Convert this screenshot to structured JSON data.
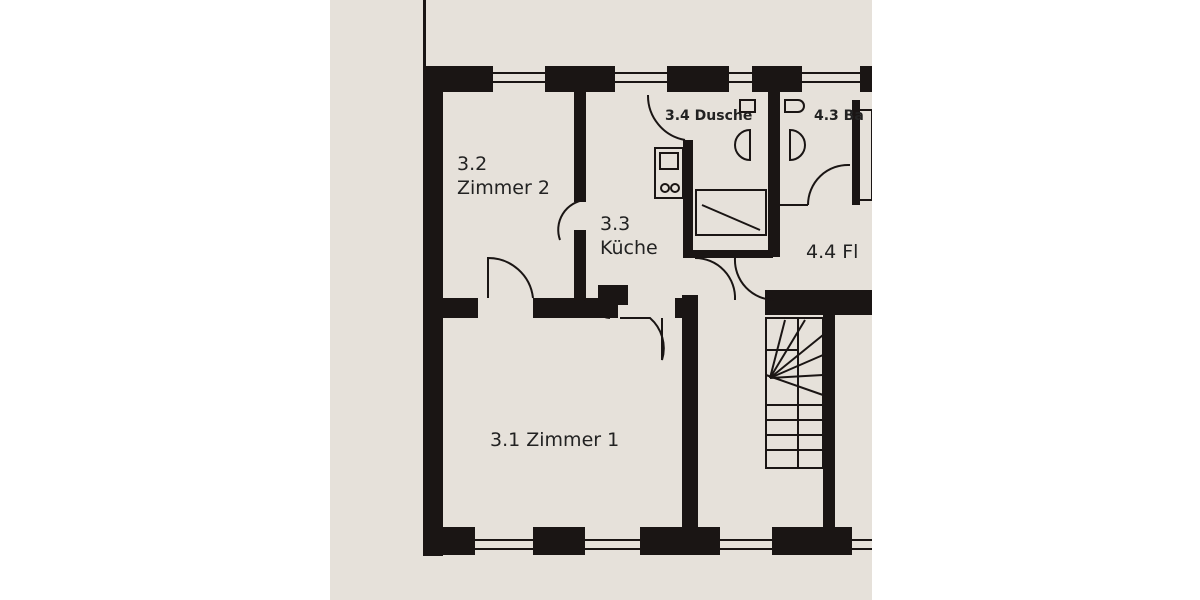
{
  "floor_plan": {
    "rooms": [
      {
        "id": "3.1",
        "name": "Zimmer 1",
        "label": "3.1 Zimmer 1"
      },
      {
        "id": "3.2",
        "name": "Zimmer 2",
        "label_line1": "3.2",
        "label_line2": "Zimmer 2"
      },
      {
        "id": "3.3",
        "name": "Küche",
        "label_line1": "3.3",
        "label_line2": "Küche"
      },
      {
        "id": "3.4",
        "name": "Dusche",
        "label": "3.4 Dusche"
      },
      {
        "id": "4.3",
        "name": "Ba",
        "label": "4.3 Ba"
      },
      {
        "id": "4.4",
        "name": "Fl",
        "label": "4.4 Fl"
      }
    ],
    "colors": {
      "paper": "#e6e1da",
      "wall": "#1a1514",
      "page": "#ffffff"
    }
  }
}
